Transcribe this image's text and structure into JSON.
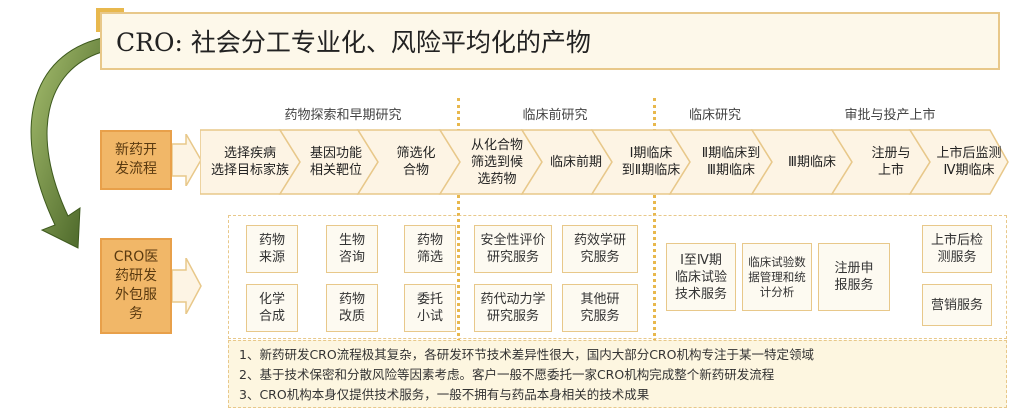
{
  "title": "CRO: 社会分工专业化、风险平均化的产物",
  "phases": [
    "药物探索和早期研究",
    "临床前研究",
    "临床研究",
    "审批与投产上市"
  ],
  "left_labels": {
    "process": "新药开\n发流程",
    "service": "CRO医\n药研发\n外包服\n务"
  },
  "steps": [
    "选择疾病\n选择目标家族",
    "基因功能\n相关靶位",
    "筛选化\n合物",
    "从化合物\n筛选到候\n选药物",
    "临床前期",
    "Ⅰ期临床\n到Ⅱ期临床",
    "Ⅱ期临床到\nⅢ期临床",
    "Ⅲ期临床",
    "注册与\n上市",
    "上市后监测\nⅣ期临床"
  ],
  "services": {
    "g1": [
      "药物\n来源",
      "生物\n咨询",
      "药物\n筛选",
      "化学\n合成",
      "药物\n改质",
      "委托\n小试"
    ],
    "g2": [
      "安全性评价\n研究服务",
      "药效学研\n究服务",
      "药代动力学\n研究服务",
      "其他研\n究服务"
    ],
    "g3": [
      "Ⅰ至Ⅳ期\n临床试验\n技术服务",
      "临床试验数\n据管理和统\n计分析",
      "注册申\n报服务",
      "上市后检\n测服务",
      "营销服务"
    ]
  },
  "notes": [
    "1、新药研发CRO流程极其复杂，各研发环节技术差异性很大，国内大部分CRO机构专注于某一特定领域",
    "2、基于技术保密和分散风险等因素考虑。客户一般不愿委托一家CRO机构完成整个新药研发流程",
    "3、CRO机构本身仅提供技术服务，一般不拥有与药品本身相关的技术成果"
  ],
  "colors": {
    "accent": "#f1b768",
    "border": "#e8c88a",
    "arrow_green": "#4f6e2a",
    "arrow_fill": "#fdf4e4"
  }
}
